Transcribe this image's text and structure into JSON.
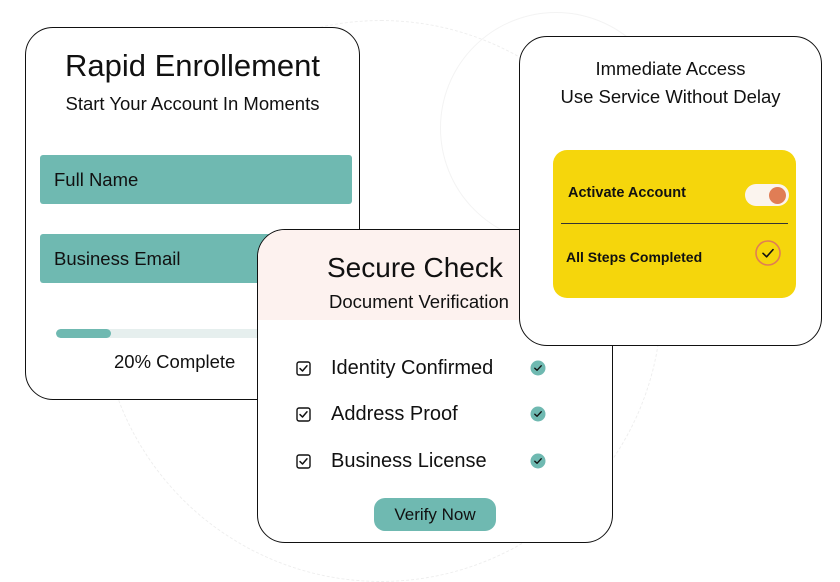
{
  "enrollment_card": {
    "title": "Rapid Enrollement",
    "subtitle": "Start Your Account In Moments",
    "fields": {
      "full_name": "Full Name",
      "business_email": "Business Email"
    },
    "progress": {
      "percent": 20,
      "label": "20% Complete"
    }
  },
  "secure_card": {
    "title": "Secure Check",
    "subtitle": "Document Verification",
    "items": [
      {
        "label": "Identity Confirmed",
        "checked": true,
        "verified": true
      },
      {
        "label": "Address Proof",
        "checked": true,
        "verified": true
      },
      {
        "label": "Business License",
        "checked": true,
        "verified": true
      }
    ],
    "button_label": "Verify Now"
  },
  "access_card": {
    "title": "Immediate Access",
    "subtitle": "Use Service Without Delay",
    "panel": {
      "activate_label": "Activate Account",
      "toggle_on": true,
      "steps_label": "All Steps Completed"
    }
  },
  "colors": {
    "teal": "#6fb9b1",
    "yellow": "#f5d60c",
    "orange": "#e07d55",
    "peach": "#fdf2ef"
  }
}
